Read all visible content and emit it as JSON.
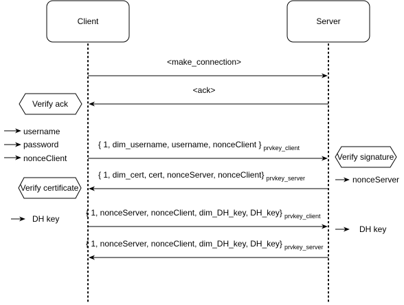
{
  "participants": {
    "client": "Client",
    "server": "Server"
  },
  "messages": [
    {
      "text": "<make_connection>",
      "sub": "",
      "direction": "client-to-server"
    },
    {
      "text": "<ack>",
      "sub": "",
      "direction": "server-to-client"
    },
    {
      "text": "{ 1, dim_username, username, nonceClient }",
      "sub": "prvkey_client",
      "direction": "client-to-server"
    },
    {
      "text": "{ 1, dim_cert, cert, nonceServer, nonceClient}",
      "sub": "prvkey_server",
      "direction": "server-to-client"
    },
    {
      "text": "{ 1, nonceServer, nonceClient, dim_DH_key, DH_key}",
      "sub": "prvkey_client",
      "direction": "client-to-server"
    },
    {
      "text": "{ 1, nonceServer, nonceClient, dim_DH_key, DH_key}",
      "sub": "prvkey_server",
      "direction": "server-to-client"
    }
  ],
  "actions": {
    "verify_ack": "Verify ack",
    "verify_signature": "Verify signature",
    "verify_certificate": "Verify certificate"
  },
  "inputs": {
    "username": "username",
    "password": "password",
    "nonce_client": "nonceClient",
    "nonce_server": "nonceServer",
    "dh_key_client": "DH key",
    "dh_key_server": "DH key"
  }
}
